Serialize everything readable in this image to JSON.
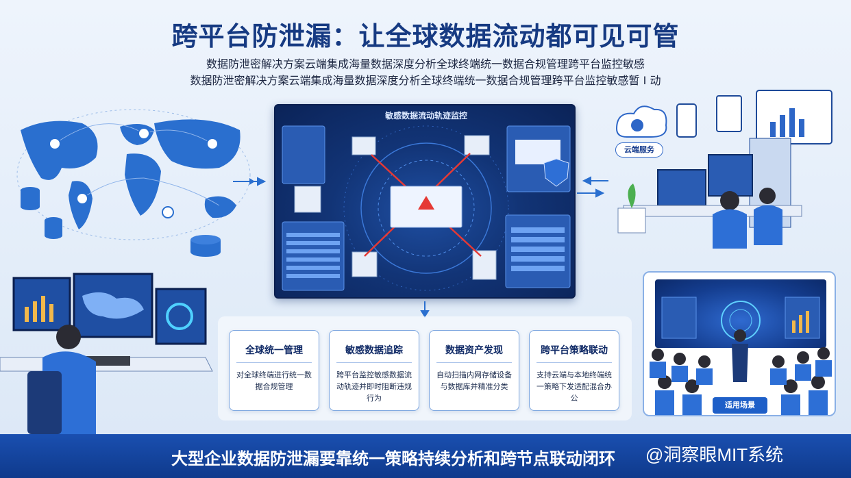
{
  "header": {
    "title": "跨平台防泄漏：让全球数据流动都可见可管",
    "subtitle_line1": "数据防泄密解决方案云端集成海量数据深度分析全球终端统一数据合规管理跨平台监控敏感",
    "subtitle_line2": "数据防泄密解决方案云端集成海量数据深度分析全球终端统一数据合规管理跨平台监控敏感暂 I 动"
  },
  "dashboard": {
    "title": "敏感数据流动轨迹监控"
  },
  "office": {
    "cloud_label": "云端服务"
  },
  "features": [
    {
      "title": "全球统一管理",
      "text": "对全球终端进行统一数据合规管理"
    },
    {
      "title": "敏感数据追踪",
      "text": "跨平台监控敏感数据流动轨迹并即时阻断违规行为"
    },
    {
      "title": "数据资产发现",
      "text": "自动扫描内网存储设备与数据库并精准分类"
    },
    {
      "title": "跨平台策略联动",
      "text": "支持云端与本地终端统一策略下发适配混合办公"
    }
  ],
  "meeting": {
    "badge": "适用场景"
  },
  "footer": {
    "text": "大型企业数据防泄漏要靠统一策略持续分析和跨节点联动闭环",
    "watermark": "@洞察眼MIT系统"
  },
  "colors": {
    "title": "#163a82",
    "footer_bg": "#0f3a8c",
    "accent": "#1e5fc8",
    "alert": "#e53935"
  }
}
